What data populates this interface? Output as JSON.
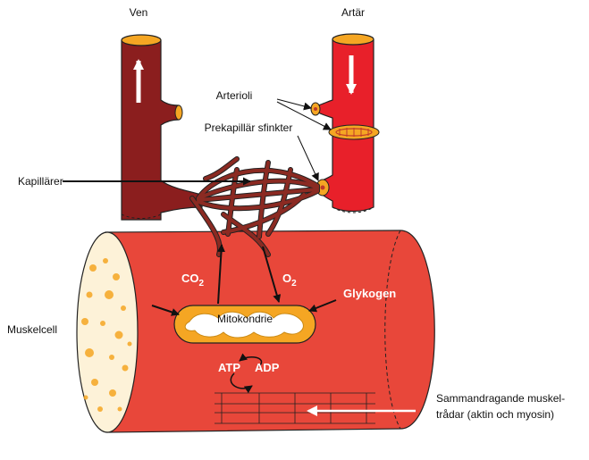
{
  "labels": {
    "ven": "Ven",
    "artar": "Artär",
    "arterioli": "Arterioli",
    "prekapillar": "Prekapillär sfinkter",
    "kapillarer": "Kapillärer",
    "muskelcell": "Muskelcell",
    "co2": "CO",
    "co2_sub": "2",
    "o2": "O",
    "o2_sub": "2",
    "glykogen": "Glykogen",
    "mitokondrie": "Mitokondrie",
    "atp": "ATP",
    "adp": "ADP",
    "sammandragande_line1": "Sammandragande muskel-",
    "sammandragande_line2": "trådar (aktin och myosin)"
  },
  "colors": {
    "vein": "#8b1e1e",
    "artery": "#e8202a",
    "muscle": "#e8473a",
    "muscle_dark": "#c8352b",
    "orange": "#f5a623",
    "cap": "#8b2a22"
  }
}
